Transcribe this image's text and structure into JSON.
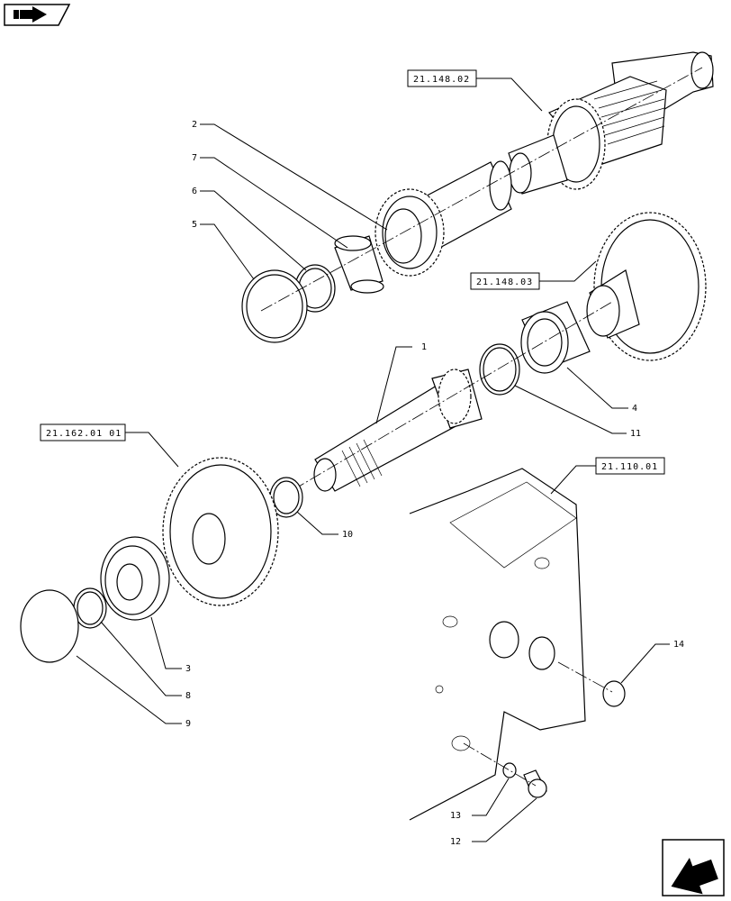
{
  "references": {
    "shaft_ref": "21.148.02",
    "gear_ref": "21.148.03",
    "left_gear_ref": "21.162.01 01",
    "housing_ref": "21.110.01"
  },
  "callouts": {
    "c1": "1",
    "c2": "2",
    "c3": "3",
    "c4": "4",
    "c5": "5",
    "c6": "6",
    "c7": "7",
    "c8": "8",
    "c9": "9",
    "c10": "10",
    "c11": "11",
    "c12": "12",
    "c13": "13",
    "c14": "14"
  },
  "icons": {
    "top_left": "folder-arrow-icon",
    "bottom_right": "next-page-arrow-icon"
  }
}
